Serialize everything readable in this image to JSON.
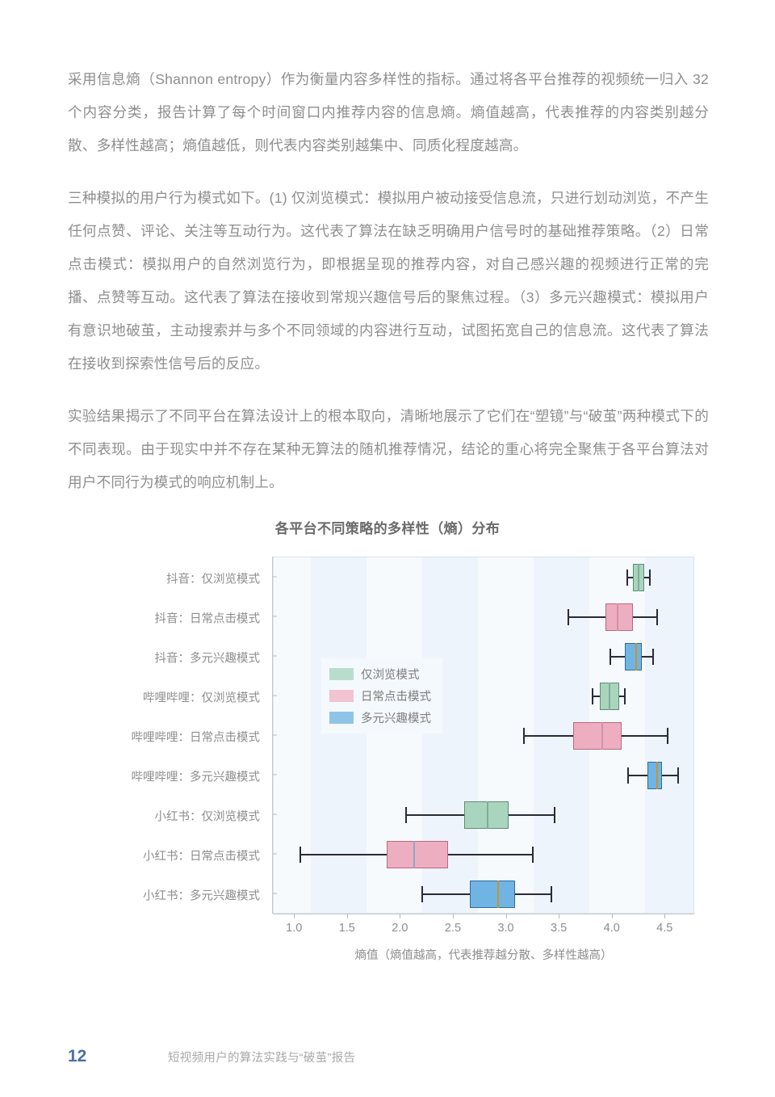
{
  "body": {
    "paragraphs": [
      "采用信息熵（Shannon entropy）作为衡量内容多样性的指标。通过将各平台推荐的视频统一归入 32 个内容分类，报告计算了每个时间窗口内推荐内容的信息熵。熵值越高，代表推荐的内容类别越分散、多样性越高；熵值越低，则代表内容类别越集中、同质化程度越高。",
      "三种模拟的用户行为模式如下。(1) 仅浏览模式：模拟用户被动接受信息流，只进行划动浏览，不产生任何点赞、评论、关注等互动行为。这代表了算法在缺乏明确用户信号时的基础推荐策略。（2）日常点击模式：模拟用户的自然浏览行为，即根据呈现的推荐内容，对自己感兴趣的视频进行正常的完播、点赞等互动。这代表了算法在接收到常规兴趣信号后的聚焦过程。（3）多元兴趣模式：模拟用户有意识地破茧，主动搜索并与多个不同领域的内容进行互动，试图拓宽自己的信息流。这代表了算法在接收到探索性信号后的反应。",
      "实验结果揭示了不同平台在算法设计上的根本取向，清晰地展示了它们在“塑镜”与“破茧”两种模式下的不同表现。由于现实中并不存在某种无算法的随机推荐情况，结论的重心将完全聚焦于各平台算法对用户不同行为模式的响应机制上。"
    ]
  },
  "chart_data": {
    "type": "boxplot",
    "title": "各平台不同策略的多样性（熵）分布",
    "xlabel": "熵值（熵值越高，代表推荐越分散、多样性越高）",
    "ylabel": "",
    "xlim": [
      0.8,
      4.78
    ],
    "xticks": [
      "1.0",
      "1.5",
      "2.0",
      "2.5",
      "3.0",
      "3.5",
      "4.0",
      "4.5"
    ],
    "xtick_values": [
      1.0,
      1.5,
      2.0,
      2.5,
      3.0,
      3.5,
      4.0,
      4.5
    ],
    "grid": false,
    "legend_position": "upper-left-inside",
    "legend": [
      {
        "label": "仅浏览模式",
        "color": "#b9ddcc"
      },
      {
        "label": "日常点击模式",
        "color": "#f2c3d1"
      },
      {
        "label": "多元兴趣模式",
        "color": "#8fc4e8"
      }
    ],
    "categories": [
      "抖音：仅浏览模式",
      "抖音：日常点击模式",
      "抖音：多元兴趣模式",
      "哔哩哔哩：仅浏览模式",
      "哔哩哔哩：日常点击模式",
      "哔哩哔哩：多元兴趣模式",
      "小红书：仅浏览模式",
      "小红书：日常点击模式",
      "小红书：多元兴趣模式"
    ],
    "boxes": [
      {
        "label": "抖音：仅浏览模式",
        "series": "仅浏览模式",
        "min": 4.14,
        "q1": 4.19,
        "median": 4.25,
        "q3": 4.3,
        "max": 4.35,
        "fill": "#a9d5bf",
        "edge": "#5d8c76",
        "median_color": "#7fae98"
      },
      {
        "label": "抖音：日常点击模式",
        "series": "日常点击模式",
        "min": 3.58,
        "q1": 3.93,
        "median": 4.05,
        "q3": 4.19,
        "max": 4.42,
        "fill": "#eeaec1",
        "edge": "#b9687f",
        "median_color": "#d98fa6"
      },
      {
        "label": "抖音：多元兴趣模式",
        "series": "多元兴趣模式",
        "min": 3.98,
        "q1": 4.12,
        "median": 4.22,
        "q3": 4.28,
        "max": 4.38,
        "fill": "#6fb4e3",
        "edge": "#2f6d9e",
        "median_color": "#c9922f"
      },
      {
        "label": "哔哩哔哩：仅浏览模式",
        "series": "仅浏览模式",
        "min": 3.81,
        "q1": 3.88,
        "median": 3.97,
        "q3": 4.06,
        "max": 4.12,
        "fill": "#a9d5bf",
        "edge": "#5d8c76",
        "median_color": "#7fae98"
      },
      {
        "label": "哔哩哔哩：日常点击模式",
        "series": "日常点击模式",
        "min": 3.16,
        "q1": 3.63,
        "median": 3.9,
        "q3": 4.09,
        "max": 4.52,
        "fill": "#eeaec1",
        "edge": "#b9687f",
        "median_color": "#d98fa6"
      },
      {
        "label": "哔哩哔哩：多元兴趣模式",
        "series": "多元兴趣模式",
        "min": 4.15,
        "q1": 4.33,
        "median": 4.42,
        "q3": 4.47,
        "max": 4.62,
        "fill": "#6fb4e3",
        "edge": "#2f6d9e",
        "median_color": "#c9922f"
      },
      {
        "label": "小红书：仅浏览模式",
        "series": "仅浏览模式",
        "min": 2.05,
        "q1": 2.6,
        "median": 2.82,
        "q3": 3.02,
        "max": 3.45,
        "fill": "#a9d5bf",
        "edge": "#5d8c76",
        "median_color": "#7fae98"
      },
      {
        "label": "小红书：日常点击模式",
        "series": "日常点击模式",
        "min": 1.05,
        "q1": 1.87,
        "median": 2.13,
        "q3": 2.45,
        "max": 3.25,
        "fill": "#eeaec1",
        "edge": "#b9687f",
        "median_color": "#8fa8c4"
      },
      {
        "label": "小红书：多元兴趣模式",
        "series": "多元兴趣模式",
        "min": 2.2,
        "q1": 2.65,
        "median": 2.92,
        "q3": 3.08,
        "max": 3.42,
        "fill": "#6fb4e3",
        "edge": "#2f6d9e",
        "median_color": "#c9922f"
      }
    ]
  },
  "footer": {
    "page_number": "12",
    "title": "短视频用户的算法实践与“破茧”报告",
    "page_number_color": "#4a6fa5"
  }
}
